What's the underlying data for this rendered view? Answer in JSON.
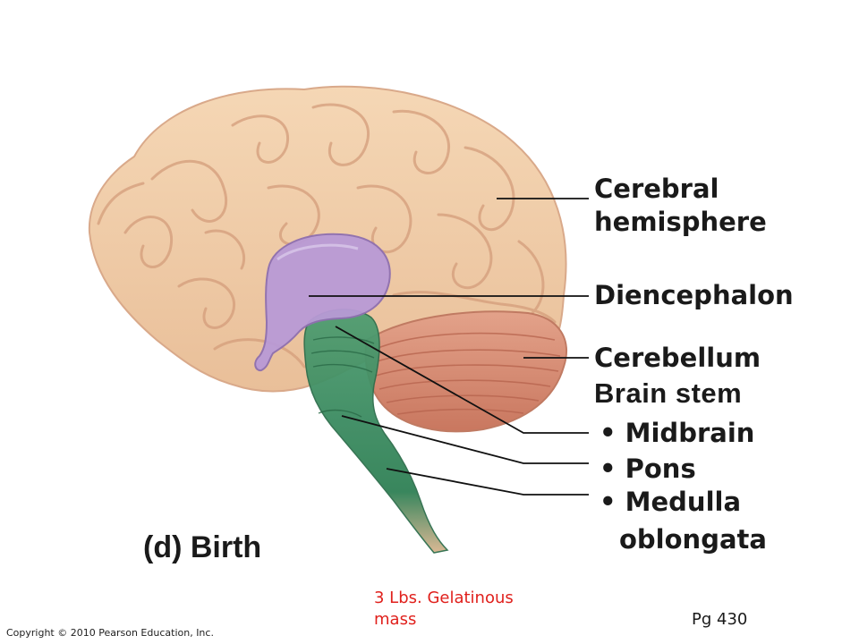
{
  "labels": {
    "cerebral_hemisphere": "Cerebral",
    "cerebral_hemisphere_2": "hemisphere",
    "diencephalon": "Diencephalon",
    "cerebellum": "Cerebellum",
    "brain_stem": "Brain stem",
    "midbrain": "• Midbrain",
    "pons": "• Pons",
    "medulla": "• Medulla",
    "medulla_2": "oblongata"
  },
  "caption": "(d) Birth",
  "note": {
    "line1": "3 Lbs. Gelatinous",
    "line2": "mass",
    "color": "#e0201c"
  },
  "page_ref": "Pg 430",
  "copyright": "Copyright © 2010 Pearson Education, Inc.",
  "colors": {
    "cerebrum": "#f2cfa9",
    "cerebrum_shadow": "#d9a98a",
    "diencephalon": "#b99ad6",
    "cerebellum": "#d7907b",
    "brainstem": "#3f8f63"
  }
}
